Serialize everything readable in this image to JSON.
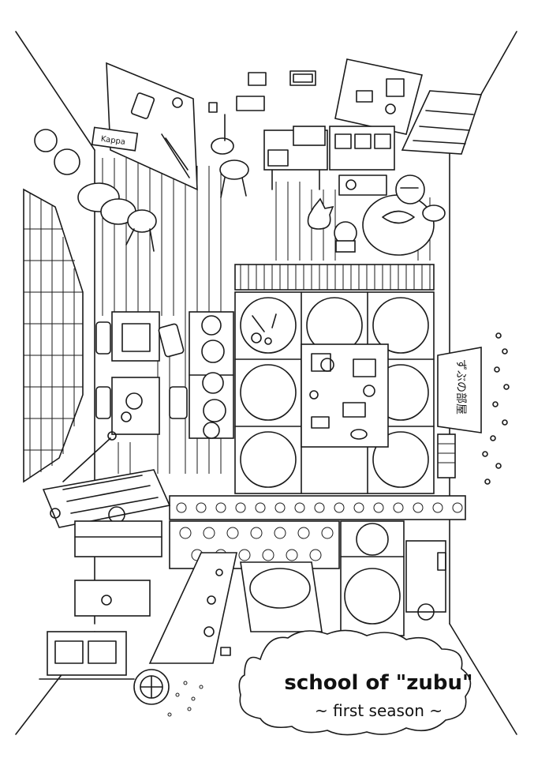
{
  "illustration": {
    "title": "school of \"zubu\"",
    "subtitle": "~ first season ~",
    "door_sign": "Kappa",
    "wall_sign": "ずぶの部屋"
  },
  "colors": {
    "ink": "#1a1a1a",
    "paper": "#ffffff"
  }
}
